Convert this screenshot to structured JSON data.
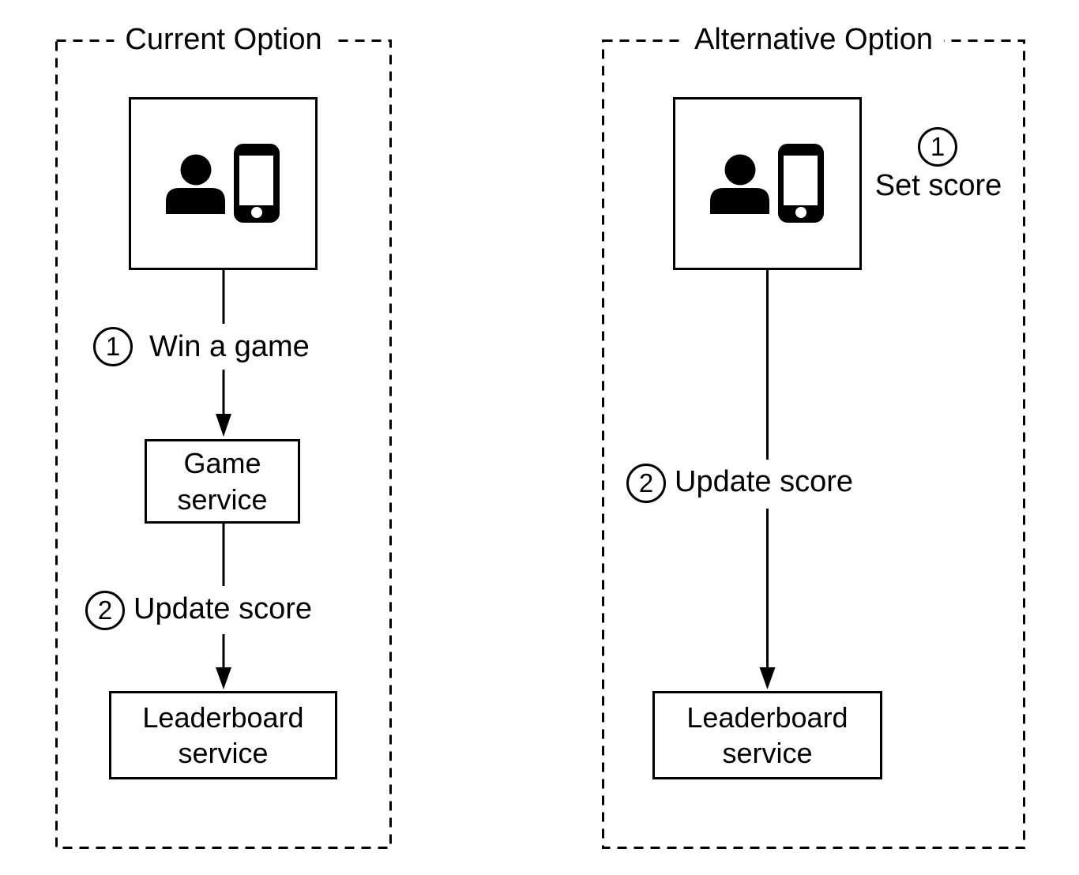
{
  "colors": {
    "ink": "#000000",
    "background": "#ffffff"
  },
  "panels": [
    {
      "title": "Current Option",
      "user_node": {
        "icon": "person-with-phone-icon"
      },
      "steps": [
        {
          "number": "1",
          "label": "Win a game"
        },
        {
          "number": "2",
          "label": "Update score"
        }
      ],
      "nodes": [
        {
          "name": "Game service",
          "line1": "Game",
          "line2": "service"
        },
        {
          "name": "Leaderboard service",
          "line1": "Leaderboard",
          "line2": "service"
        }
      ]
    },
    {
      "title": "Alternative Option",
      "user_node": {
        "icon": "person-with-phone-icon"
      },
      "steps": [
        {
          "number": "1",
          "label": "Set score"
        },
        {
          "number": "2",
          "label": "Update score"
        }
      ],
      "nodes": [
        {
          "name": "Leaderboard service",
          "line1": "Leaderboard",
          "line2": "service"
        }
      ]
    }
  ]
}
